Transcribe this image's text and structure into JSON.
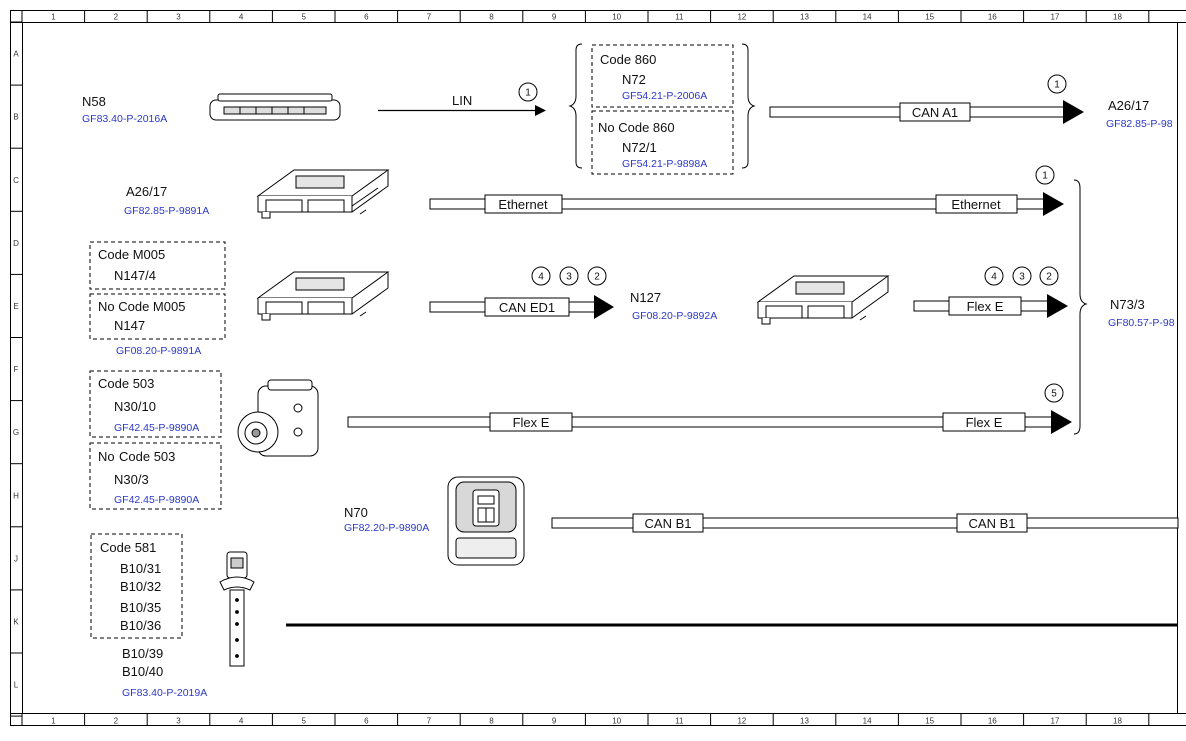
{
  "grid": {
    "columns": [
      "1",
      "2",
      "3",
      "4",
      "5",
      "6",
      "7",
      "8",
      "9",
      "10",
      "11",
      "12",
      "13",
      "14",
      "15",
      "16",
      "17",
      "18"
    ],
    "rows": [
      "A",
      "B",
      "C",
      "D",
      "E",
      "F",
      "G",
      "H",
      "J",
      "K",
      "L"
    ]
  },
  "components": {
    "n58": {
      "code": "N58",
      "ref": "GF83.40-P-2016A"
    },
    "n72_group": {
      "opt1": {
        "label": "Code 860",
        "code": "N72",
        "ref": "GF54.21-P-2006A"
      },
      "opt2": {
        "label": "No Code 860",
        "code": "N72/1",
        "ref": "GF54.21-P-9898A"
      }
    },
    "a26_right": {
      "code": "A26/17",
      "ref": "GF82.85-P-98"
    },
    "a26_left": {
      "code": "A26/17",
      "ref": "GF82.85-P-9891A"
    },
    "n147_group": {
      "opt1": {
        "label": "Code M005",
        "code": "N147/4"
      },
      "opt2": {
        "label": "No Code M005",
        "code": "N147"
      },
      "ref": "GF08.20-P-9891A"
    },
    "n127": {
      "code": "N127",
      "ref": "GF08.20-P-9892A"
    },
    "n73": {
      "code": "N73/3",
      "ref": "GF80.57-P-98"
    },
    "n30_group": {
      "opt1": {
        "label": "Code 503",
        "code": "N30/10",
        "ref": "GF42.45-P-9890A"
      },
      "opt2": {
        "label_a": "No",
        "label_b": "Code 503",
        "code": "N30/3",
        "ref": "GF42.45-P-9890A"
      }
    },
    "n70": {
      "code": "N70",
      "ref": "GF82.20-P-9890A"
    },
    "b10_group": {
      "label": "Code 581",
      "inner": [
        "B10/31",
        "B10/32",
        "B10/35",
        "B10/36"
      ],
      "outer": [
        "B10/39",
        "B10/40"
      ],
      "ref": "GF83.40-P-2019A"
    }
  },
  "buses": {
    "lin": "LIN",
    "can_a1": "CAN A1",
    "ethernet_a": "Ethernet",
    "ethernet_b": "Ethernet",
    "can_ed1": "CAN ED1",
    "flex_e_a": "Flex E",
    "flex_e_b": "Flex E",
    "flex_e_c": "Flex E",
    "can_b1_a": "CAN B1",
    "can_b1_b": "CAN B1"
  },
  "callouts": {
    "lin": "1",
    "can_a1": "1",
    "ethernet": "1",
    "can_ed1": [
      "4",
      "3",
      "2"
    ],
    "flex_e_right": [
      "4",
      "3",
      "2"
    ],
    "flex_e_long": "5"
  },
  "colors": {
    "reference_text": "#2a38c8",
    "line": "#000000"
  }
}
